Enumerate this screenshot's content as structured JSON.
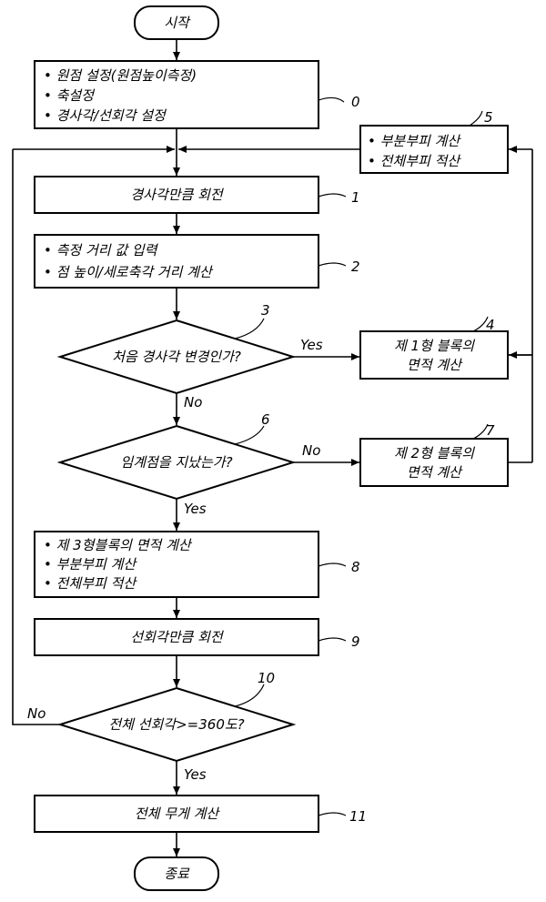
{
  "flowchart": {
    "start": "시작",
    "box0": [
      "• 원점 설정(원점높이측정)",
      "• 축설정",
      "• 경사각/선회각 설정"
    ],
    "box5": [
      "• 부분부피 계산",
      "• 전체부피 적산"
    ],
    "box1": "경사각만큼 회전",
    "box2": [
      "• 측정 거리 값 입력",
      "• 점 높이/세로축각 거리 계산"
    ],
    "decision3": "처음 경사각 변경인가?",
    "box4": [
      "제 1형 블록의",
      "면적 계산"
    ],
    "decision6": "임계점을 지났는가?",
    "box7": [
      "제 2형 블록의",
      "면적 계산"
    ],
    "box8": [
      "• 제 3형블록의 면적 계산",
      "• 부분부피 계산",
      "• 전체부피 적산"
    ],
    "box9": "선회각만큼 회전",
    "decision10": "전체 선회각>=360도?",
    "box11": "전체 무게 계산",
    "end": "종료",
    "labels": {
      "yes3": "Yes",
      "no3": "No",
      "no6": "No",
      "yes6": "Yes",
      "no10": "No",
      "yes10": "Yes"
    },
    "refs": {
      "r0": "0",
      "r1": "1",
      "r2": "2",
      "r3": "3",
      "r4": "4",
      "r5": "5",
      "r6": "6",
      "r7": "7",
      "r8": "8",
      "r9": "9",
      "r10": "10",
      "r11": "11"
    }
  }
}
